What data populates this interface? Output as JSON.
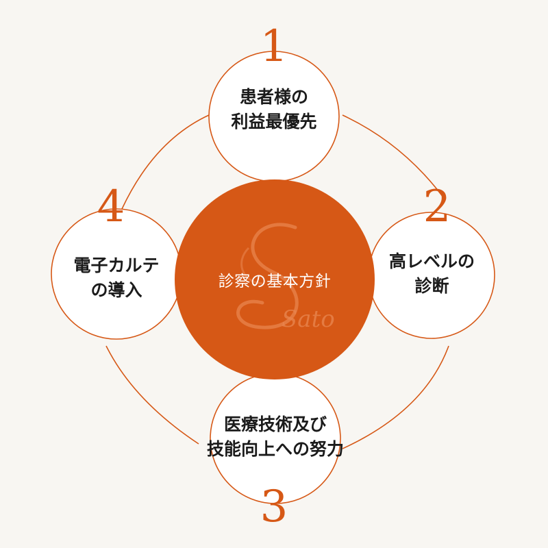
{
  "center": {
    "title": "診察の基本方針",
    "logo_text": "Sato"
  },
  "nodes": [
    {
      "number": "1",
      "line1": "患者様の",
      "line2": "利益最優先"
    },
    {
      "number": "2",
      "line1": "高レベルの",
      "line2": "診断"
    },
    {
      "number": "3",
      "line1": "医療技術及び",
      "line2": "技能向上への努力"
    },
    {
      "number": "4",
      "line1": "電子カルテ",
      "line2": "の導入"
    }
  ],
  "colors": {
    "accent": "#d65816",
    "background": "#f8f6f2",
    "node_fill": "#ffffff",
    "text": "#1b1b1b"
  }
}
